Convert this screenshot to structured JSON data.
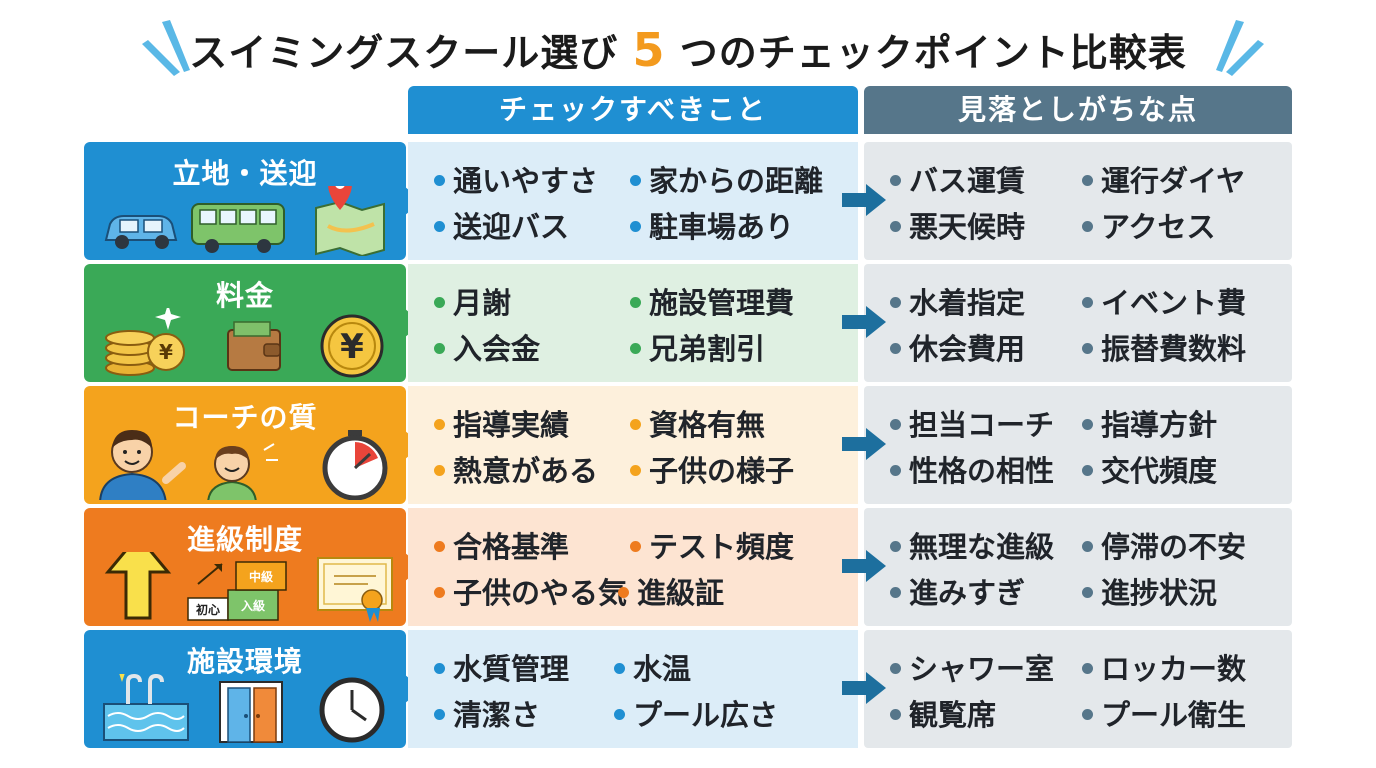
{
  "title": {
    "main": "スイミングスクール選び",
    "number": "5",
    "suffix": "つのチェックポイント比較表"
  },
  "headers": {
    "check": "チェックすべきこと",
    "miss": "見落としがちな点"
  },
  "colors": {
    "blue": "#1f8fd2",
    "green": "#3aa957",
    "yellow": "#f4a31d",
    "orange": "#ee7b1f",
    "slate": "#56768a",
    "check_blue_bg": "#dcedf8",
    "check_green_bg": "#dff0e2",
    "check_yellow_bg": "#fdf0dc",
    "check_orange_bg": "#fde4d2",
    "miss_bg": "#e4e8eb",
    "dot_miss": "#56768a",
    "arrow": "#1d6f9e"
  },
  "rows": [
    {
      "category": "立地・送迎",
      "icons": [
        "car-icon",
        "bus-icon",
        "map-pin-icon"
      ],
      "check": [
        "通いやすさ",
        "家からの距離",
        "送迎バス",
        "駐車場あり"
      ],
      "miss": [
        "バス運賃",
        "運行ダイヤ",
        "悪天候時",
        "アクセス"
      ]
    },
    {
      "category": "料金",
      "icons": [
        "coins-icon",
        "wallet-icon",
        "yen-icon"
      ],
      "icon_text": {
        "coin": "¥",
        "yen": "¥"
      },
      "check": [
        "月謝",
        "施設管理費",
        "入会金",
        "兄弟割引"
      ],
      "miss": [
        "水着指定",
        "イベント費",
        "休会費用",
        "振替費数料"
      ]
    },
    {
      "category": "コーチの質",
      "icons": [
        "coach-icon",
        "child-icon",
        "stopwatch-icon"
      ],
      "check": [
        "指導実績",
        "資格有無",
        "熱意がある",
        "子供の様子"
      ],
      "miss": [
        "担当コーチ",
        "指導方針",
        "性格の相性",
        "交代頻度"
      ]
    },
    {
      "category": "進級制度",
      "icons": [
        "up-arrow-icon",
        "level-steps-icon",
        "certificate-icon"
      ],
      "levels": [
        "初心",
        "入級",
        "中級"
      ],
      "check": [
        "合格基準",
        "テスト頻度",
        "子供のやる気",
        "進級証"
      ],
      "miss": [
        "無理な進級",
        "停滞の不安",
        "進みすぎ",
        "進捗状況"
      ]
    },
    {
      "category": "施設環境",
      "icons": [
        "pool-icon",
        "door-icon",
        "clock-icon"
      ],
      "check": [
        "水質管理",
        "水温",
        "清潔さ",
        "プール広さ"
      ],
      "miss": [
        "シャワー室",
        "ロッカー数",
        "観覧席",
        "プール衛生"
      ]
    }
  ]
}
